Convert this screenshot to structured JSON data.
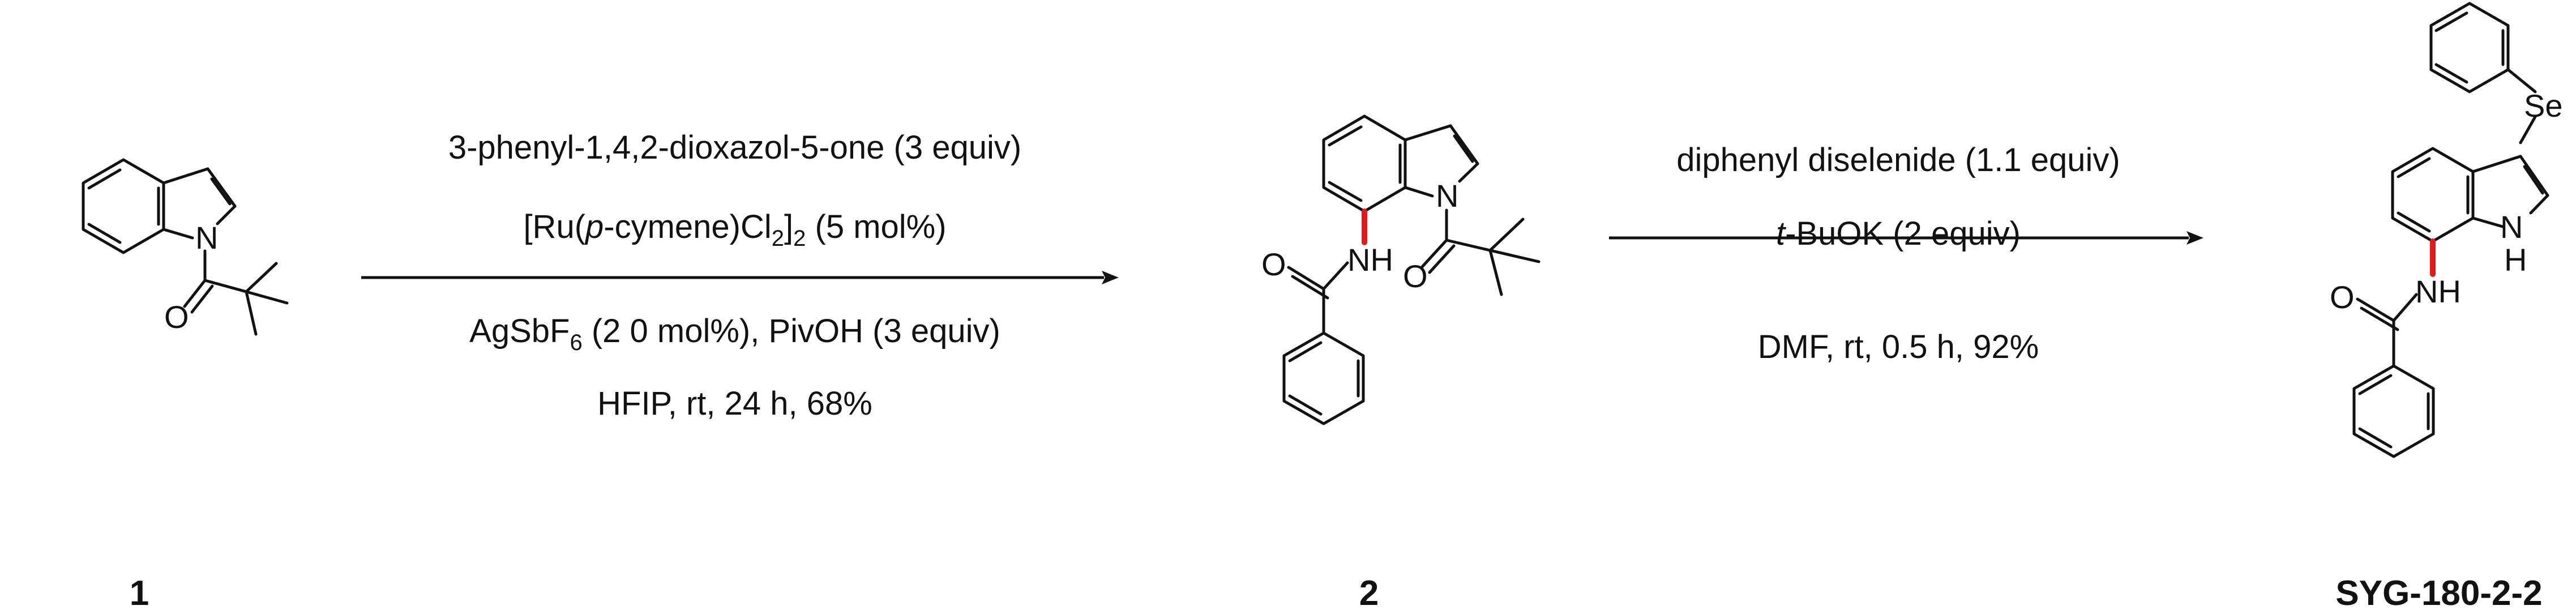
{
  "compounds": [
    {
      "label": "1"
    },
    {
      "label": "2"
    },
    {
      "label": "SYG-180-2-2"
    }
  ],
  "atoms": {
    "N": "N",
    "O": "O",
    "NH": "NH",
    "H": "H",
    "Se": "Se"
  },
  "step1": {
    "line1": "3-phenyl-1,4,2-dioxazol-5-one (3 equiv)",
    "line2_a": "[Ru(",
    "line2_italic": "p",
    "line2_b": "-cymene)Cl",
    "line2_sub1": "2",
    "line2_c": "]",
    "line2_sub2": "2",
    "line2_d": " (5 mol%)",
    "line3_a": "AgSbF",
    "line3_sub": "6",
    "line3_b": " (2 0 mol%), PivOH (3 equiv)",
    "line4": "HFIP, rt, 24 h, 68%"
  },
  "step2": {
    "line1": "diphenyl diselenide (1.1 equiv)",
    "line2_italic": "t",
    "line2_rest": "-BuOK (2 equiv)",
    "line3": "DMF, rt, 0.5 h, 92%"
  },
  "colors": {
    "ink": "#111111",
    "new_bond": "#e01b1b"
  }
}
